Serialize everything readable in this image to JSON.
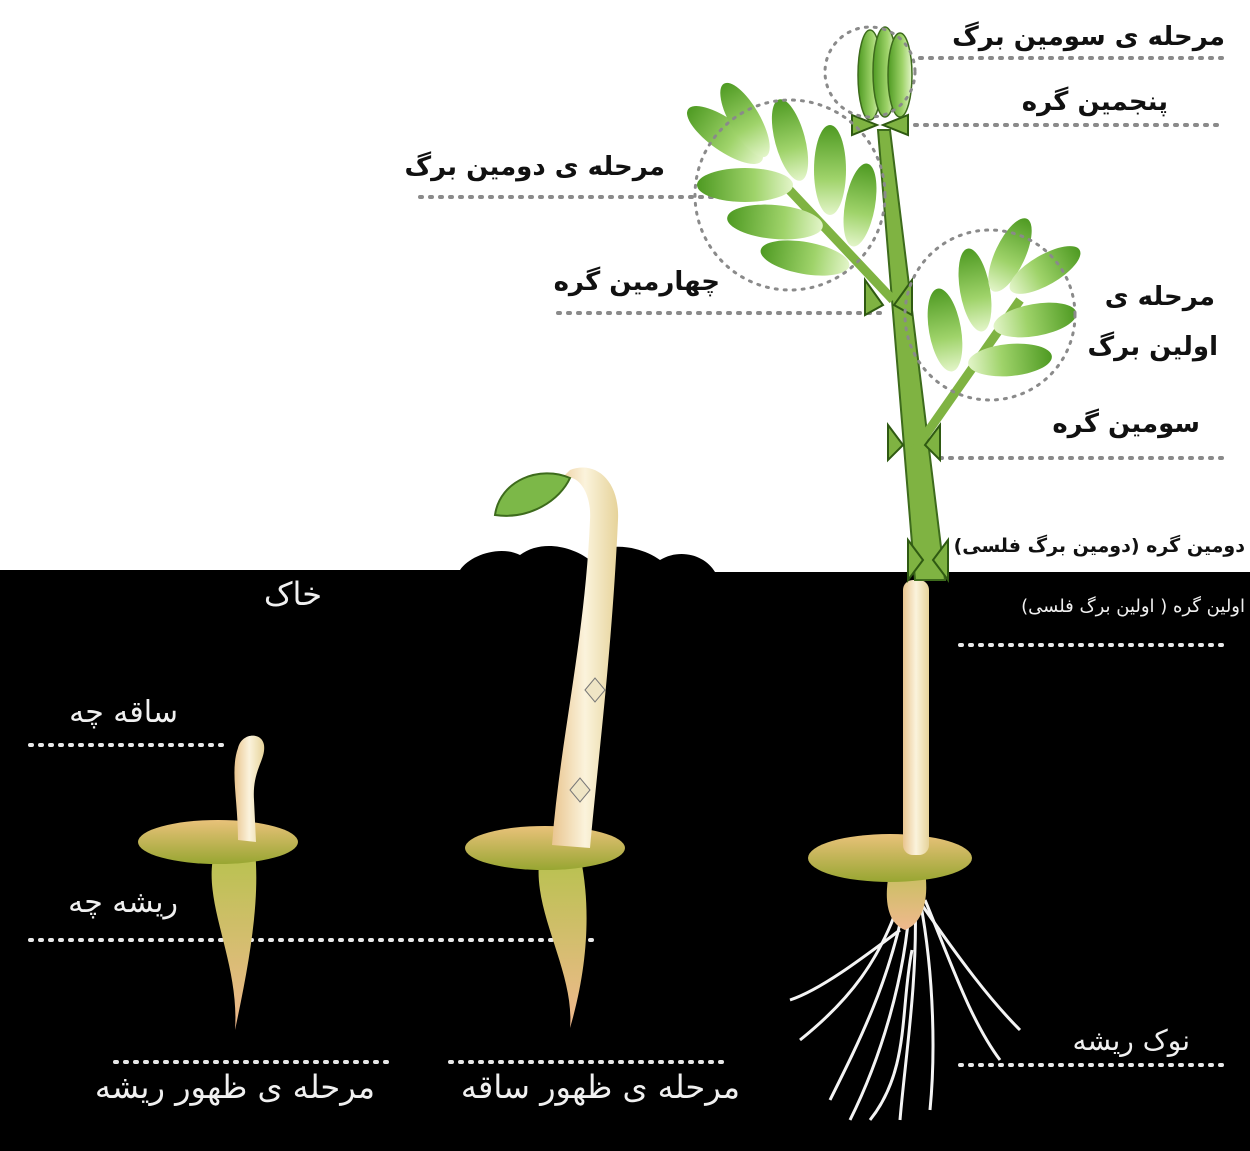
{
  "labels": {
    "third_leaf_stage": "مرحله ی سومین برگ",
    "fifth_node": "پنجمین گره",
    "second_leaf_stage": "مرحله ی دومین برگ",
    "fourth_node": "چهارمین گره",
    "first_leaf_stage_line1": "مرحله ی",
    "first_leaf_stage_line2": "اولین برگ",
    "third_node": "سومین گره",
    "second_node": "دومین گره (دومین برگ فلسی)",
    "first_node": "اولین گره ( اولین برگ فلسی)",
    "soil": "خاک",
    "stemlet": "ساقه چه",
    "rootlet": "ریشه چه",
    "root_tip": "نوک ریشه",
    "root_emergence_stage": "مرحله ی ظهور ریشه",
    "stem_emergence_stage": "مرحله ی ظهور ساقه"
  },
  "colors": {
    "soil": "#000000",
    "background": "#ffffff",
    "leaf_dark": "#5ea82a",
    "leaf_light": "#d8f0b0",
    "stem": "#7fb342",
    "cotyledon": "#a8b84a",
    "sprout": "#f3e6c8",
    "root": "#f4f4f4"
  }
}
